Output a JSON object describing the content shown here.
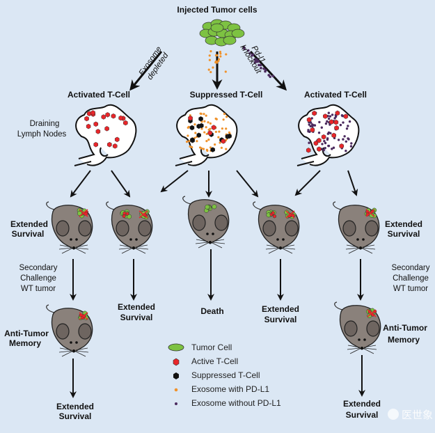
{
  "title": "Injected Tumor cells",
  "branch_labels": {
    "left": [
      "Exosome",
      "depleted"
    ],
    "right": [
      "Pd-l1",
      "knockout"
    ]
  },
  "lymph_headers": [
    "Activated T-Cell",
    "Suppressed T-Cell",
    "Activated T-Cell"
  ],
  "lymph_label": [
    "Draining",
    "Lymph Nodes"
  ],
  "outcomes": {
    "left_extended": [
      "Extended",
      "Survival"
    ],
    "right_extended": [
      "Extended",
      "Survival"
    ],
    "secondary_left": [
      "Secondary",
      "Challenge",
      "WT tumor"
    ],
    "secondary_right": [
      "Secondary",
      "Challenge",
      "WT tumor"
    ],
    "mouse2": [
      "Extended",
      "Survival"
    ],
    "mouse3": [
      "Death"
    ],
    "mouse4": [
      "Extended",
      "Survival"
    ],
    "memory_left": [
      "Anti-Tumor",
      "Memory"
    ],
    "memory_right": [
      "Anti-Tumor",
      "Memory"
    ],
    "final_left": [
      "Extended",
      "Survival"
    ],
    "final_right": [
      "Extended",
      "Survival"
    ]
  },
  "legend": [
    {
      "label": "Tumor Cell",
      "symbol": "green-ellipse",
      "color": "#7dc242"
    },
    {
      "label": "Active T-Cell",
      "symbol": "red-hexagon",
      "color": "#e8262a"
    },
    {
      "label": "Suppressed T-Cell",
      "symbol": "black-hexagon",
      "color": "#111111"
    },
    {
      "label": "Exosome with PD-L1",
      "symbol": "orange-dot",
      "color": "#f0922b"
    },
    {
      "label": "Exosome without PD-L1",
      "symbol": "purple-dot",
      "color": "#4b2a5e"
    }
  ],
  "watermark": "医世象",
  "colors": {
    "background": "#dbe7f4",
    "mouse": "#8a817b",
    "tumor": "#7dc242"
  }
}
